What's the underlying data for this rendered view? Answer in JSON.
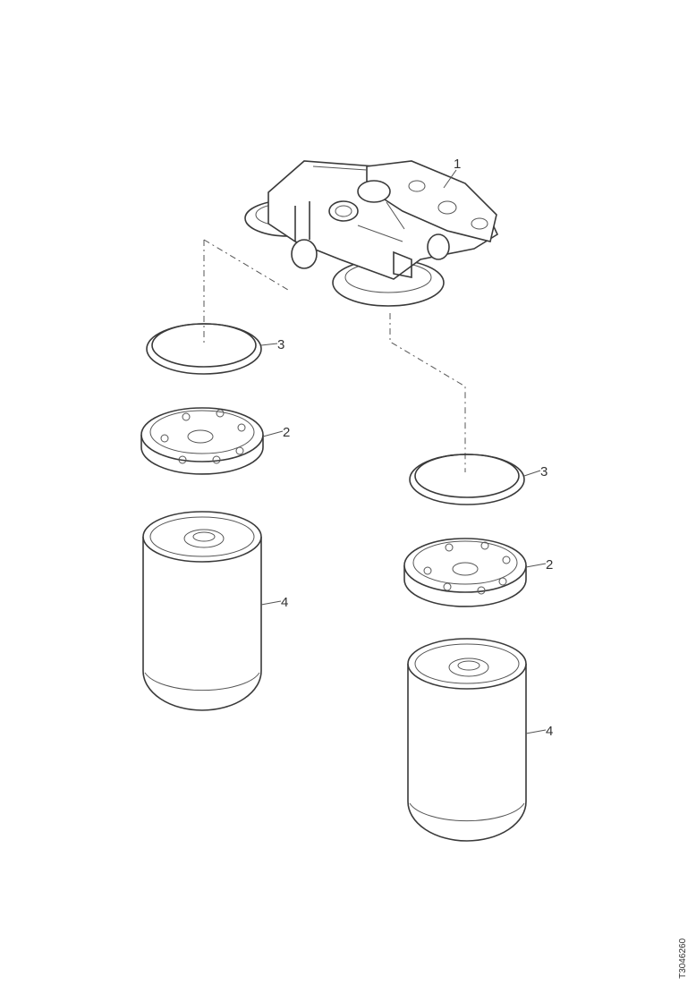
{
  "callouts": {
    "housing": "1",
    "plate": "2",
    "seal": "3",
    "filter": "4"
  },
  "figure_id": "T3046260"
}
